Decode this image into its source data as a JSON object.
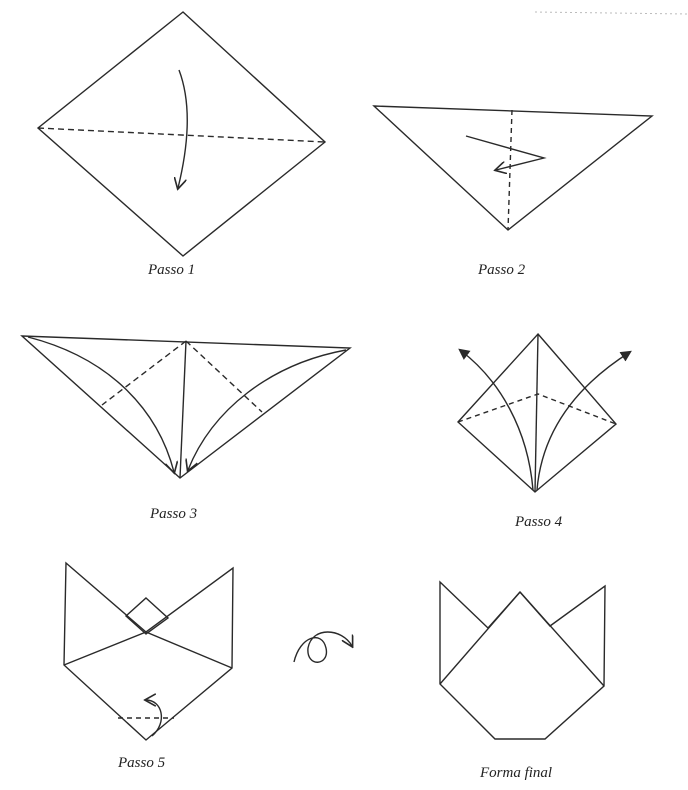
{
  "steps": [
    {
      "label": "Passo 1"
    },
    {
      "label": "Passo 2"
    },
    {
      "label": "Passo 3"
    },
    {
      "label": "Passo 4"
    },
    {
      "label": "Passo 5"
    },
    {
      "label": "Forma final"
    }
  ],
  "colors": {
    "ink": "#2a2a2a",
    "background": "#ffffff"
  },
  "icons": [
    "fold-arrow-icon",
    "flip-over-icon",
    "unfold-arrow-icon"
  ]
}
